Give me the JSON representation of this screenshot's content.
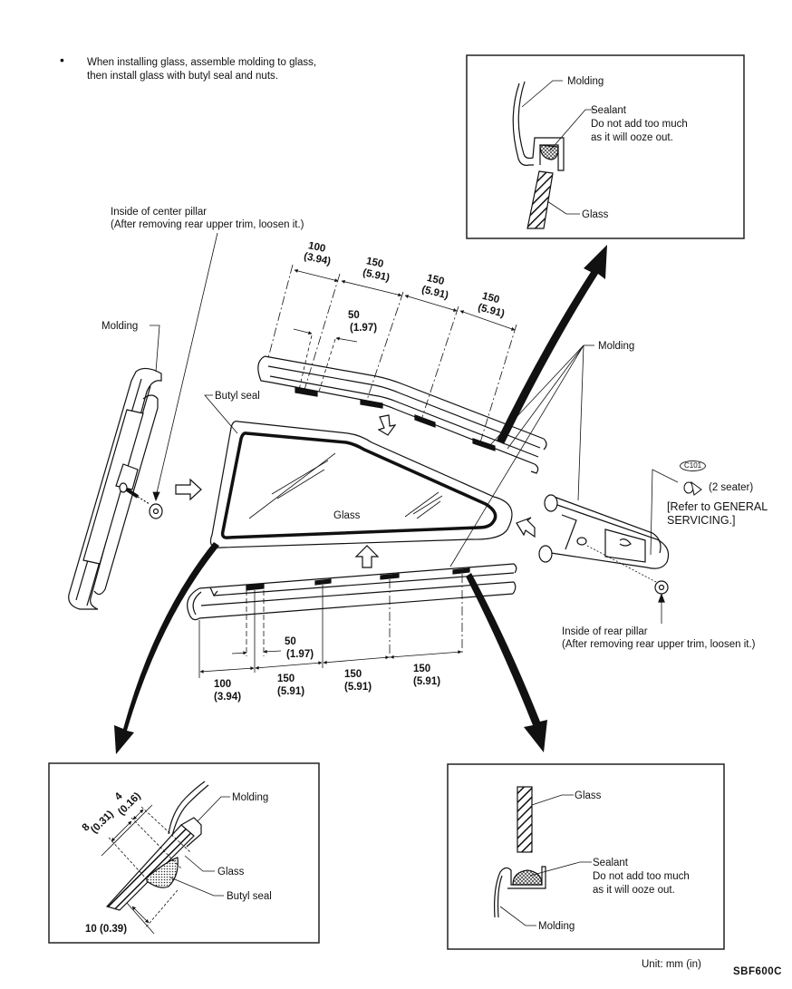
{
  "note": {
    "bullet": "•",
    "line1": "When installing glass, assemble molding to glass,",
    "line2": "then install glass with butyl seal and nuts."
  },
  "callouts": {
    "center_pillar_line1": "Inside of center pillar",
    "center_pillar_line2": "(After removing rear upper trim, loosen it.)",
    "rear_pillar_line1": "Inside of rear pillar",
    "rear_pillar_line2": "(After removing rear upper trim, loosen it.)",
    "molding_left": "Molding",
    "molding_right": "Molding",
    "butyl_seal": "Butyl seal",
    "glass": "Glass",
    "clip_code": "C101",
    "clip_note": "(2 seater)",
    "refer_line1": "[Refer to GENERAL",
    "refer_line2": "SERVICING.]"
  },
  "upper_dimensions": [
    {
      "mm": "100",
      "in": "(3.94)"
    },
    {
      "mm": "150",
      "in": "(5.91)"
    },
    {
      "mm": "150",
      "in": "(5.91)"
    },
    {
      "mm": "150",
      "in": "(5.91)"
    },
    {
      "mm": "50",
      "in": "(1.97)"
    }
  ],
  "lower_dimensions": [
    {
      "mm": "100",
      "in": "(3.94)"
    },
    {
      "mm": "150",
      "in": "(5.91)"
    },
    {
      "mm": "150",
      "in": "(5.91)"
    },
    {
      "mm": "150",
      "in": "(5.91)"
    },
    {
      "mm": "50",
      "in": "(1.97)"
    }
  ],
  "detail_top_right": {
    "molding": "Molding",
    "sealant": "Sealant",
    "warn1": "Do not add too much",
    "warn2": "as it will ooze out.",
    "glass": "Glass"
  },
  "detail_bottom_left": {
    "dim8": "8",
    "dim8_in": "(0.31)",
    "dim4": "4",
    "dim4_in": "(0.16)",
    "dim10": "10 (0.39)",
    "molding": "Molding",
    "glass": "Glass",
    "butyl_seal": "Butyl seal"
  },
  "detail_bottom_right": {
    "glass": "Glass",
    "sealant": "Sealant",
    "warn1": "Do not add too much",
    "warn2": "as it will ooze out.",
    "molding": "Molding"
  },
  "footer": {
    "unit": "Unit:  mm (in)",
    "code": "SBF600C"
  }
}
